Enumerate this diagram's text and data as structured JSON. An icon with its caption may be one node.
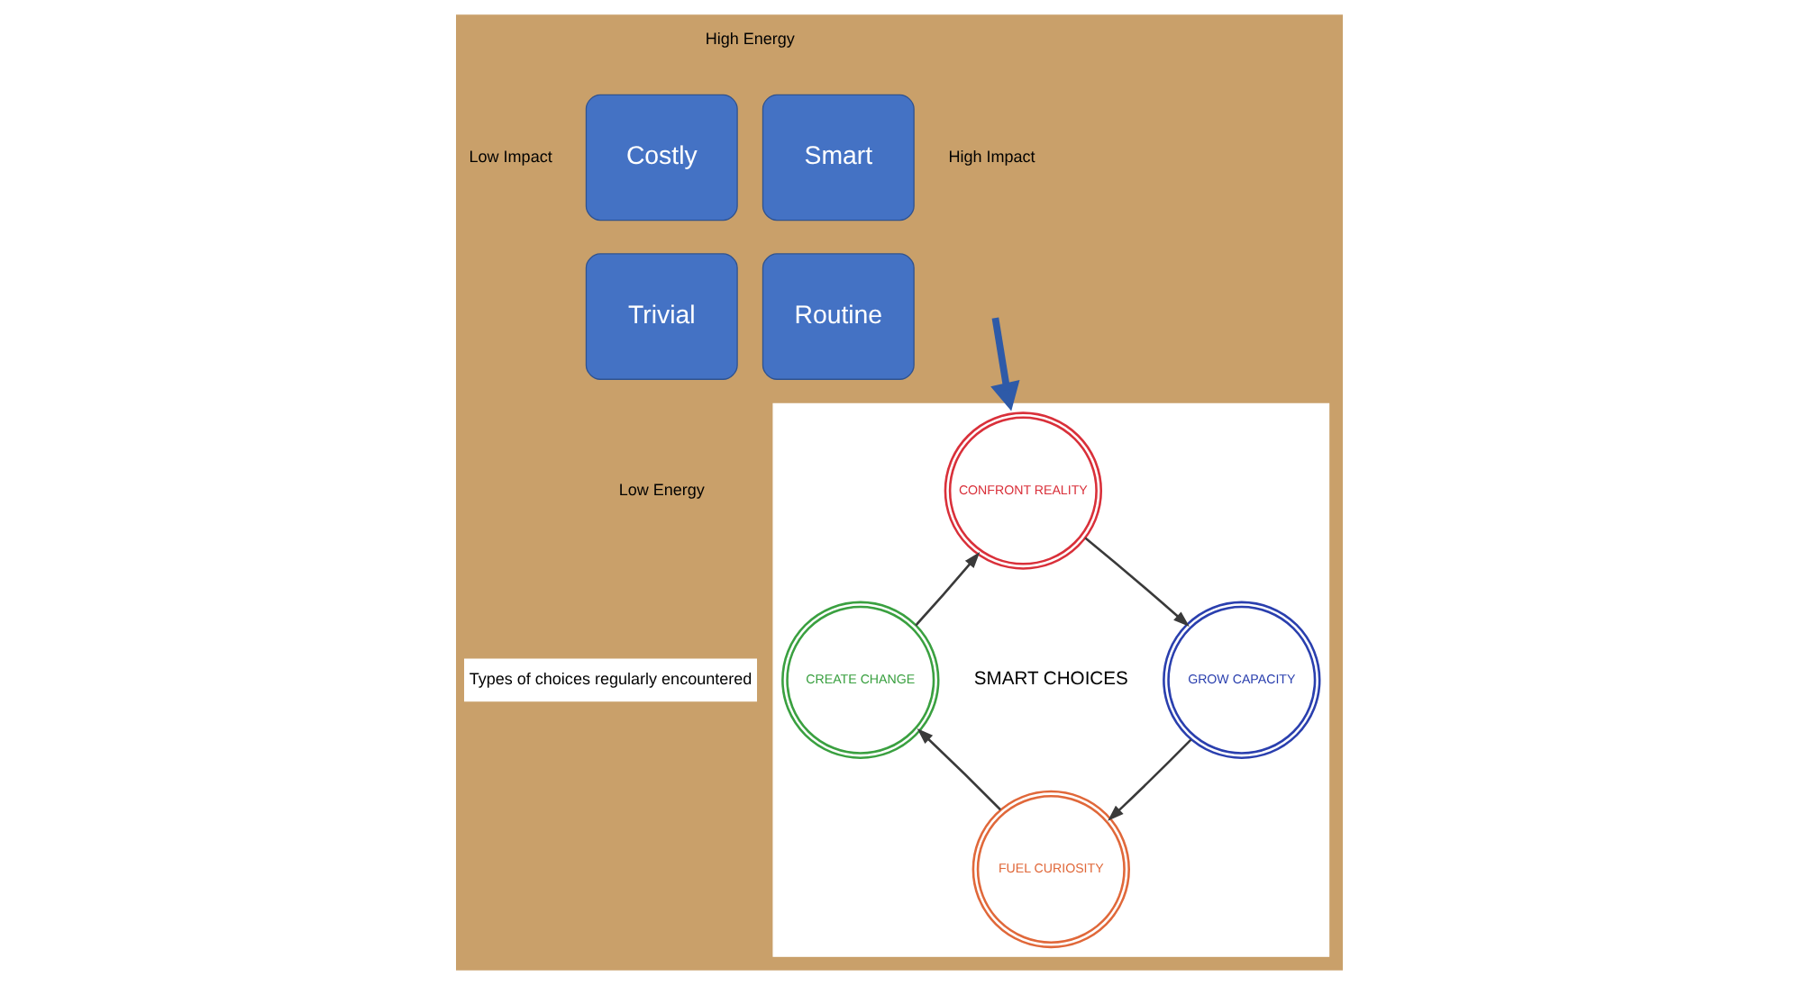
{
  "diagram": {
    "nodes": [
      {
        "text": [
          "Costly"
        ]
      },
      {
        "text": [
          "Smart"
        ]
      },
      {
        "text": [
          "Trivial"
        ]
      },
      {
        "text": [
          "Routine"
        ]
      },
      {
        "text": [
          "Types of choices regularly encountered"
        ]
      },
      {
        "text": [],
        "shape": "box"
      },
      {
        "text": [
          "CONFRONT REALITY"
        ],
        "in": 5
      },
      {
        "text": [
          "GROW CAPACITY"
        ],
        "in": 5
      },
      {
        "text": [
          "FUEL CURIOSITY"
        ],
        "in": 5
      },
      {
        "text": [
          "CREATE CHANGE"
        ],
        "in": 5
      }
    ],
    "edges": [
      {
        "from": null,
        "to": 5,
        "arrow": "to",
        "style": "thick",
        "color": "#2e5aa8"
      },
      {
        "from": 9,
        "to": 6,
        "arrow": "to"
      },
      {
        "from": 6,
        "to": 7,
        "arrow": "to"
      },
      {
        "from": 7,
        "to": 8,
        "arrow": "to"
      },
      {
        "from": 8,
        "to": 9,
        "arrow": "to"
      }
    ],
    "labels": [
      "High Energy",
      "Low Impact",
      "High Impact",
      "Low Energy",
      "SMART CHOICES"
    ]
  }
}
